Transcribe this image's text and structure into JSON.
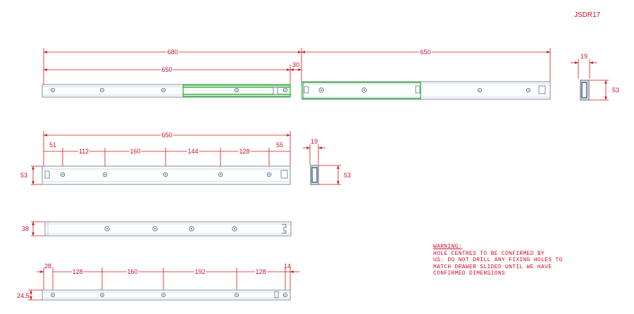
{
  "drawing": {
    "code": "JSDR17",
    "warning_title": "WARNING:",
    "warning_lines": [
      "HOLE CENTRES TO BE CONFIRMED BY",
      "US. DO NOT DRILL ANY FIXING HOLES TO",
      "MATCH DRAWER SLIDED UNTIL WE HAVE",
      "CONFIRMED DIMENSIONS"
    ]
  },
  "assembly": {
    "extended_length": "680",
    "closed_length": "650",
    "extension": "650",
    "offset": "30",
    "end_width": "19",
    "end_height": "53"
  },
  "outer_rail": {
    "length": "650",
    "height": "53",
    "hole_spacing": [
      "51",
      "112",
      "160",
      "144",
      "128",
      "55"
    ],
    "end_width": "19",
    "end_height": "53"
  },
  "intermediate_rail": {
    "height": "38"
  },
  "inner_rail": {
    "height": "24.5",
    "hole_spacing": [
      "28",
      "128",
      "160",
      "192",
      "128",
      "14"
    ]
  },
  "colors": {
    "dimension": "#c8102e",
    "rail_outline": "#7f8fa3",
    "highlight": "#19b419"
  }
}
